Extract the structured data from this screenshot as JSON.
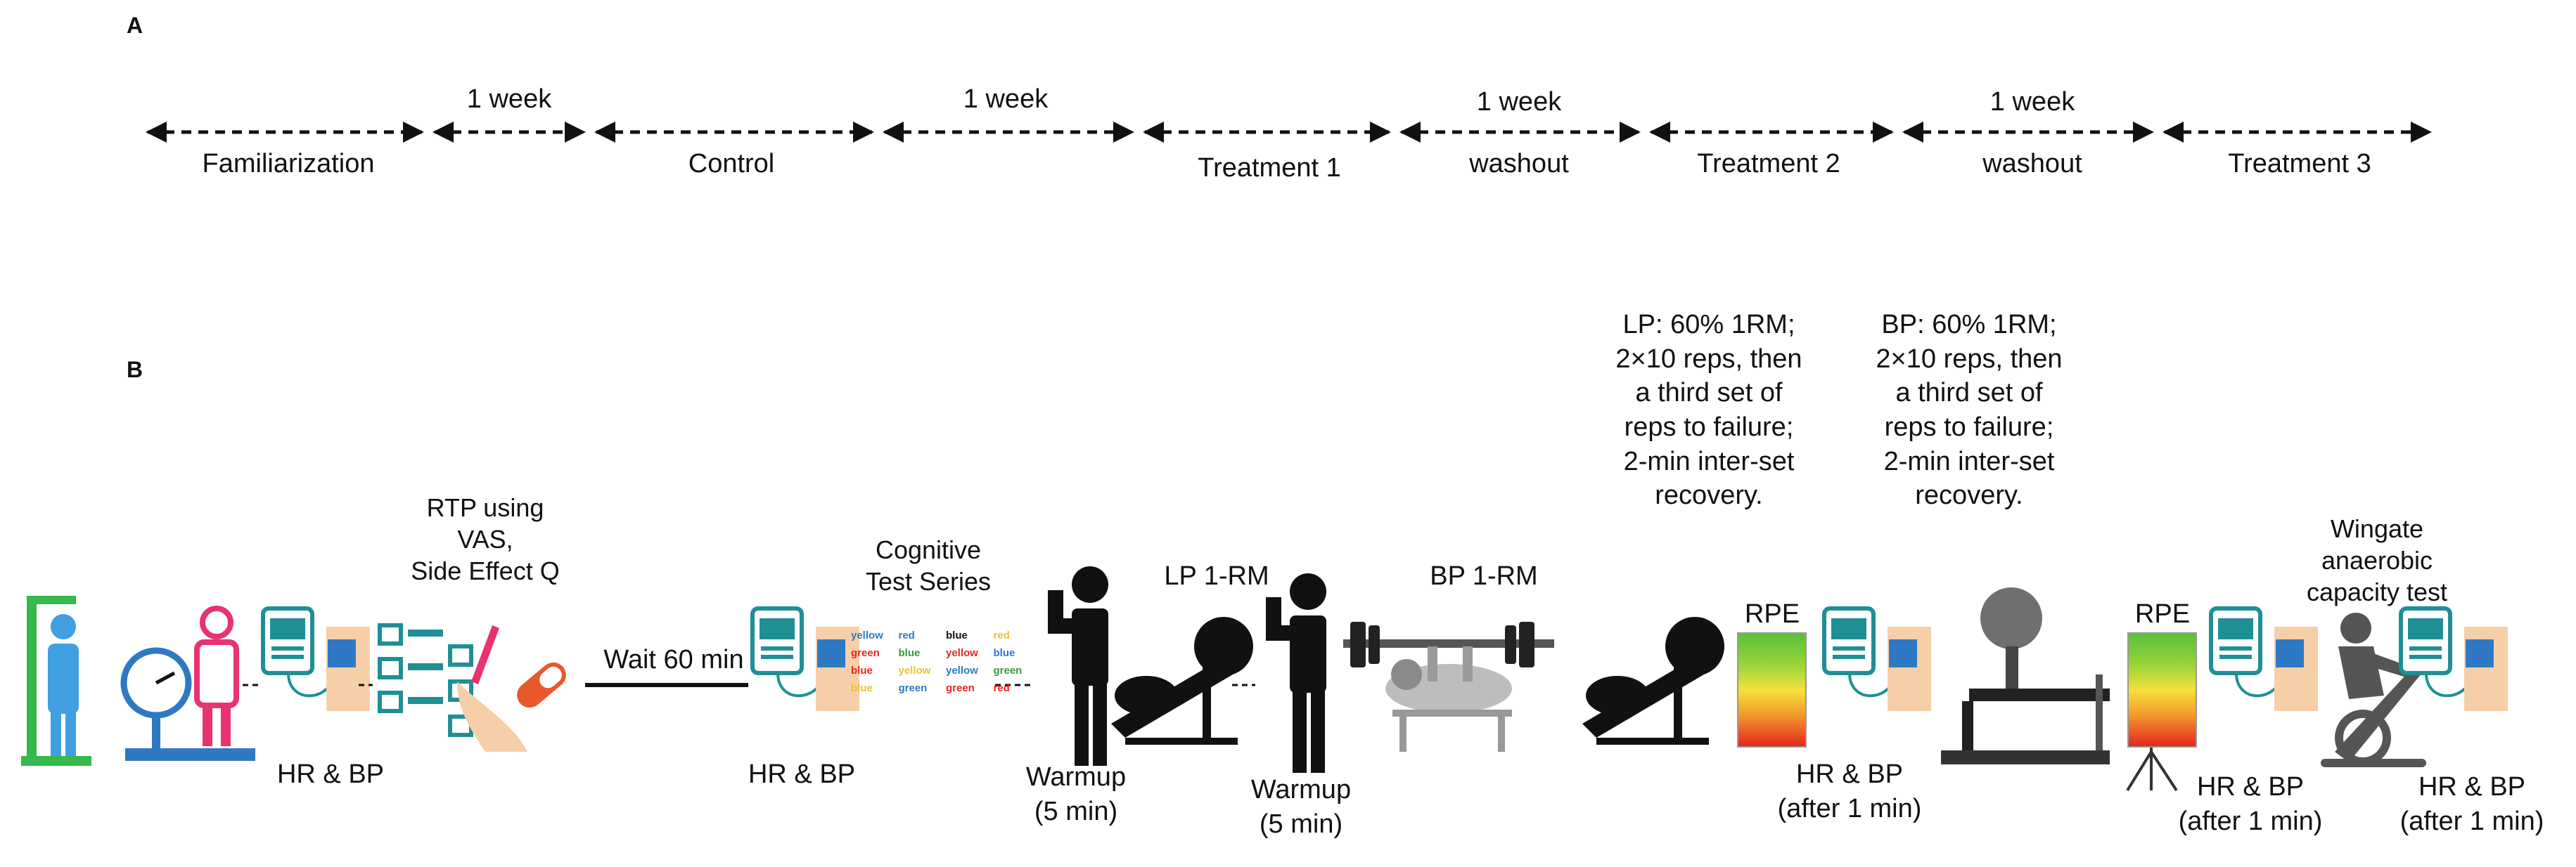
{
  "panel_a": {
    "letter": "A",
    "segments": [
      {
        "label_above": "",
        "label_below": "Familiarization"
      },
      {
        "label_above": "1 week",
        "label_below": ""
      },
      {
        "label_above": "",
        "label_below": "Control"
      },
      {
        "label_above": "1 week",
        "label_below": ""
      },
      {
        "label_above": "",
        "label_below": "Treatment 1"
      },
      {
        "label_above": "1 week",
        "label_below": "washout"
      },
      {
        "label_above": "",
        "label_below": "Treatment 2"
      },
      {
        "label_above": "1 week",
        "label_below": "washout"
      },
      {
        "label_above": "",
        "label_below": "Treatment 3"
      }
    ]
  },
  "panel_b": {
    "letter": "B",
    "rtp": {
      "line1": "RTP using",
      "line2": "VAS,",
      "line3": "Side Effect Q"
    },
    "wait": "Wait 60 min",
    "hrbp": "HR & BP",
    "hrbp_after": "(after 1 min)",
    "cognitive": {
      "line1": "Cognitive",
      "line2": "Test Series"
    },
    "stroop_words": [
      "yellow",
      "red",
      "blue",
      "red",
      "green",
      "blue",
      "yellow",
      "blue",
      "blue",
      "yellow",
      "yellow",
      "green",
      "blue",
      "green",
      "green",
      "red"
    ],
    "lp_1rm": "LP 1-RM",
    "bp_1rm": "BP 1-RM",
    "warmup": {
      "line1": "Warmup",
      "line2": "(5 min)"
    },
    "lp_protocol": [
      "LP: 60% 1RM;",
      "2×10 reps, then",
      "a third set of",
      "reps to failure;",
      "2-min inter-set",
      "recovery."
    ],
    "bp_protocol": [
      "BP: 60% 1RM;",
      "2×10 reps, then",
      "a third set of",
      "reps to failure;",
      "2-min inter-set",
      "recovery."
    ],
    "rpe": "RPE",
    "wingate": {
      "line1": "Wingate",
      "line2": "anaerobic",
      "line3": "capacity test"
    }
  },
  "colors": {
    "arrow": "#111111",
    "stadiometer": "#36b84a",
    "person_blue": "#3f9fe0",
    "person_pink": "#e8336e",
    "device_teal": "#1f8f96",
    "cuff_blue": "#2f79c4",
    "skin": "#f6cfa8",
    "pill": "#e8582c",
    "rpe_top": "#57c13a",
    "rpe_mid": "#f4e23a",
    "rpe_bottom": "#e5261f"
  }
}
